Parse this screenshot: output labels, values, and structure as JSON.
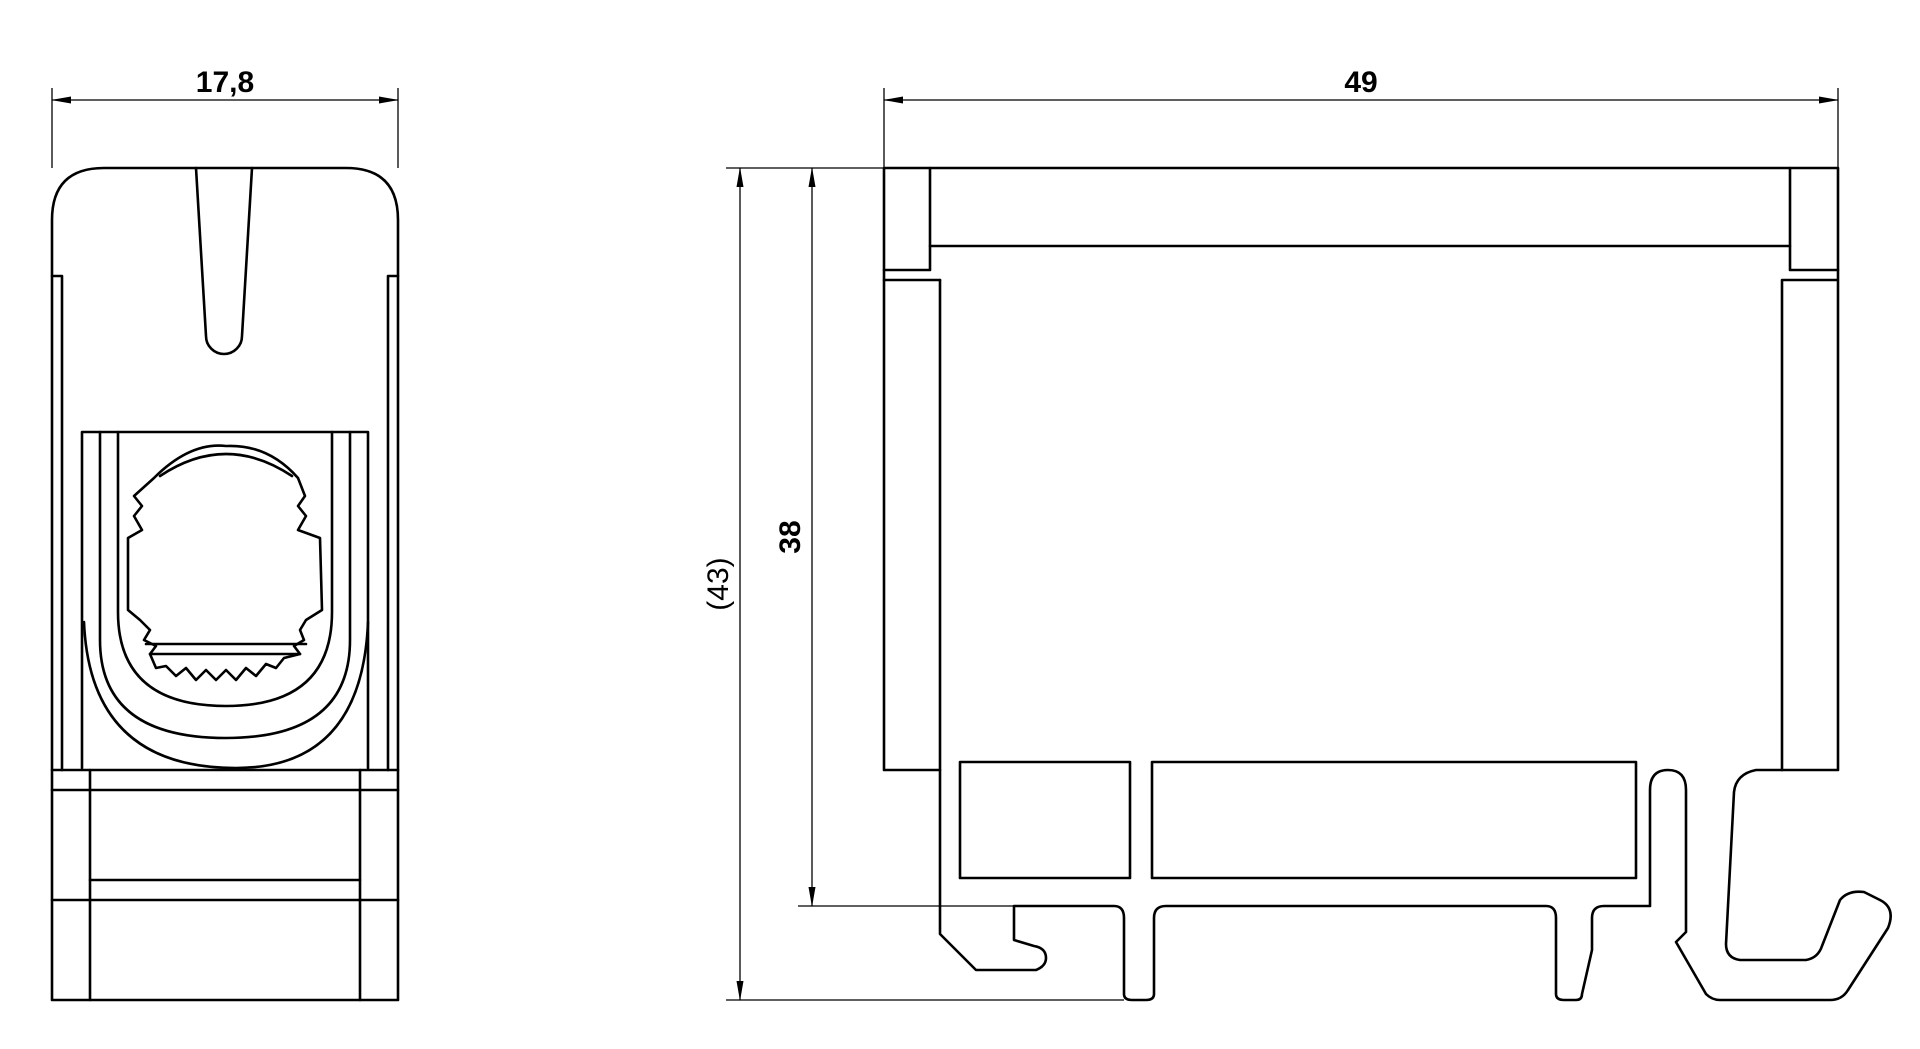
{
  "dimensions": {
    "front_width": "17,8",
    "side_width": "49",
    "height_rail": "38",
    "height_total": "(43)"
  },
  "colors": {
    "line": "#000000",
    "background": "#ffffff"
  }
}
